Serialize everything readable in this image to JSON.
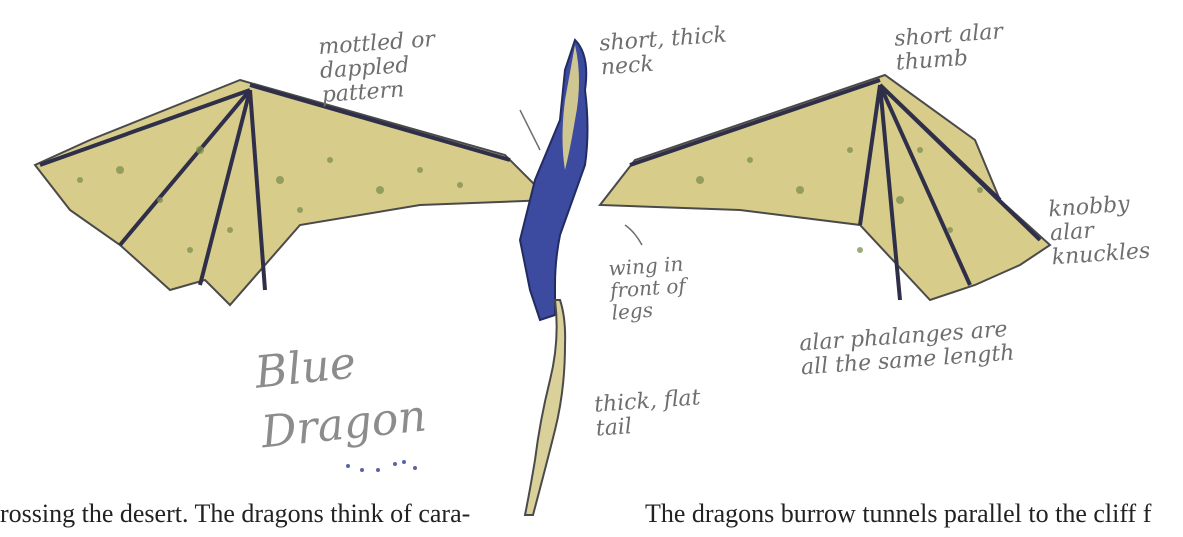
{
  "annotations": {
    "mottled": "mottled or\ndappled\npattern",
    "neck": "short, thick\nneck",
    "alar_thumb": "short alar\nthumb",
    "knuckles": "knobby\nalar\nknuckles",
    "wing_front": "wing in\nfront of\nlegs",
    "phalanges": "alar phalanges are\nall the same length",
    "tail": "thick, flat\ntail"
  },
  "title": "Blue\nDragon",
  "text": {
    "left_col": [
      "rossing the desert. The dragons think of cara-",
      ""
    ],
    "right_col": [
      "The dragons burrow tunnels parallel to the cliff f",
      ""
    ]
  },
  "colors": {
    "wing_fill": "#d8cc8a",
    "wing_spots": "#7c8f4f",
    "body_blue": "#3c4aa0",
    "body_cream": "#d9d09a",
    "ink": "#3a3a3a"
  }
}
